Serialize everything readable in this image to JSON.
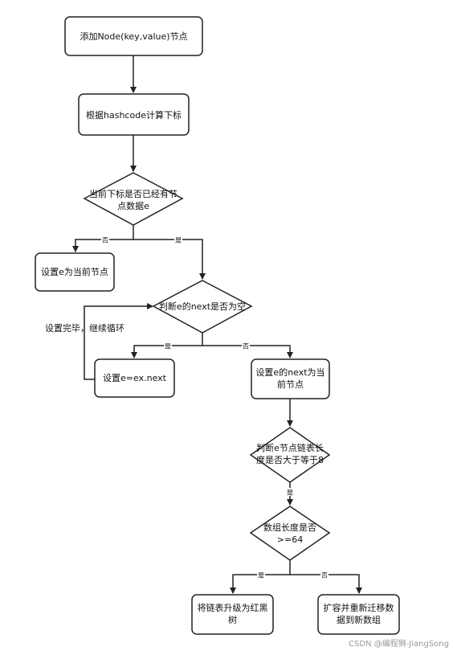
{
  "nodes": {
    "add_node": "添加Node(key,value)节点",
    "compute_index": "根据hashcode计算下标",
    "has_data_q": [
      "当前下标是否已经有节",
      "点数据e"
    ],
    "set_current": "设置e为当前节点",
    "next_null_q": "判断e的next是否为空",
    "set_next": "设置e=ex.next",
    "set_next_current": [
      "设置e的next为当",
      "前节点"
    ],
    "list_len_q": [
      "判断e节点链表长",
      "度是否大于等于8"
    ],
    "array_len_q": [
      "数组长度是否",
      ">=64"
    ],
    "to_rbtree": [
      "将链表升级为红黑",
      "树"
    ],
    "resize": [
      "扩容并重新迁移数",
      "据到新数组"
    ]
  },
  "edge_labels": {
    "no": "否",
    "yes": "是"
  },
  "notes": {
    "loop": "设置完毕，继续循环"
  },
  "watermark": "CSDN @编程狮-JiangSong"
}
